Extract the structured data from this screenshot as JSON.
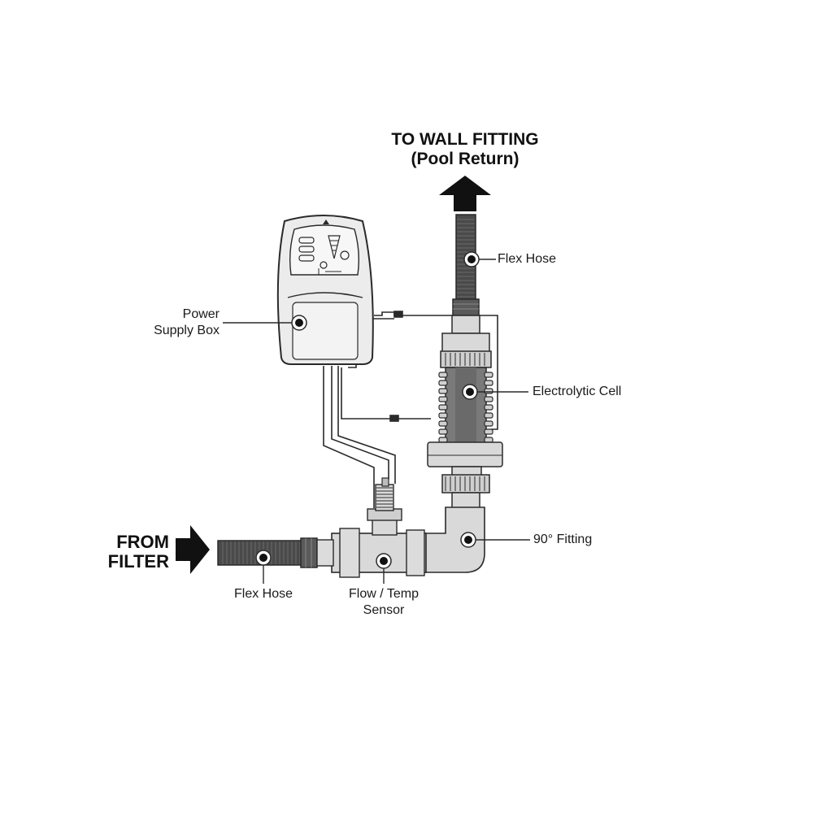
{
  "labels": {
    "to_wall_line1": "TO WALL FITTING",
    "to_wall_line2": "(Pool Return)",
    "from_filter_line1": "FROM",
    "from_filter_line2": "FILTER",
    "power_supply_line1": "Power",
    "power_supply_line2": "Supply Box",
    "flex_hose_top": "Flex Hose",
    "electrolytic_cell": "Electrolytic Cell",
    "fitting_90": "90° Fitting",
    "flex_hose_bottom": "Flex Hose",
    "flow_temp_line1": "Flow / Temp",
    "flow_temp_line2": "Sensor"
  },
  "colors": {
    "line": "#2a2a2a",
    "pipe_fill": "#d9d9d9",
    "hose_fill": "#4a4a4a",
    "cell_fill": "#7a7a7a",
    "box_fill": "#ececec",
    "arrow_fill": "#111111",
    "callout_dot": "#111111"
  }
}
